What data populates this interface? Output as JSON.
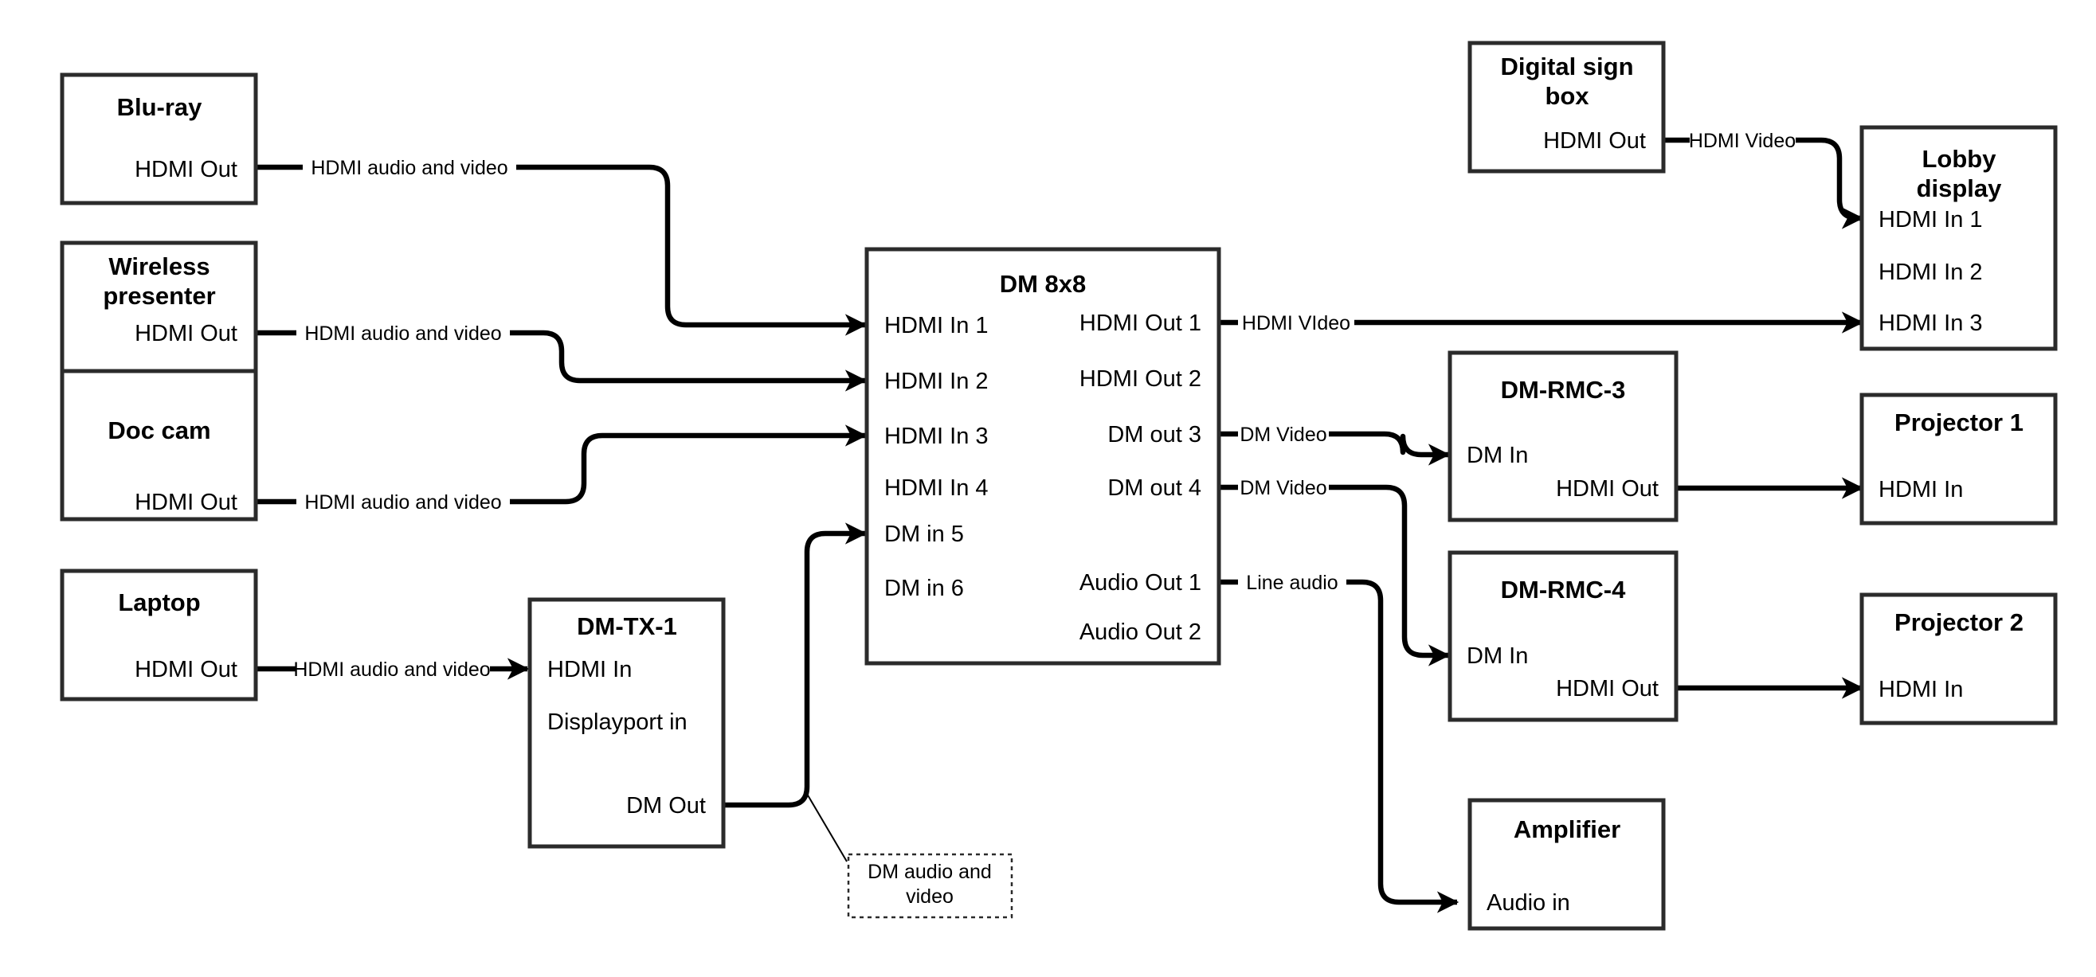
{
  "diagram": {
    "title": "AV Signal Flow Diagram",
    "type": "block-diagram",
    "background_color": "#ffffff",
    "line_color": "#000000",
    "box_border_color": "#2b2b2b"
  },
  "nodes": {
    "bluray": {
      "title": "Blu-ray",
      "port_out_1": "HDMI Out"
    },
    "wireless": {
      "title_line1": "Wireless",
      "title_line2": "presenter",
      "port_out_1": "HDMI Out"
    },
    "doccam": {
      "title": "Doc cam",
      "port_out_1": "HDMI Out"
    },
    "laptop": {
      "title": "Laptop",
      "port_out_1": "HDMI Out"
    },
    "dmtx1": {
      "title": "DM-TX-1",
      "port_in_1": "HDMI In",
      "port_in_2": "Displayport in",
      "port_out_1": "DM Out"
    },
    "dm8x8": {
      "title": "DM 8x8",
      "inputs": [
        "HDMI In 1",
        "HDMI In 2",
        "HDMI In 3",
        "HDMI In 4",
        "DM in 5",
        "DM in 6"
      ],
      "outputs": [
        "HDMI Out 1",
        "HDMI Out 2",
        "DM out 3",
        "DM out 4",
        "Audio Out 1",
        "Audio Out 2"
      ]
    },
    "digitalsign": {
      "title_line1": "Digital sign",
      "title_line2": "box",
      "port_out_1": "HDMI Out"
    },
    "lobby": {
      "title_line1": "Lobby",
      "title_line2": "display",
      "inputs": [
        "HDMI In 1",
        "HDMI In 2",
        "HDMI In 3"
      ]
    },
    "rmc3": {
      "title": "DM-RMC-3",
      "port_in_1": "DM In",
      "port_out_1": "HDMI Out"
    },
    "rmc4": {
      "title": "DM-RMC-4",
      "port_in_1": "DM In",
      "port_out_1": "HDMI Out"
    },
    "projector1": {
      "title": "Projector 1",
      "port_in_1": "HDMI In"
    },
    "projector2": {
      "title": "Projector 2",
      "port_in_1": "HDMI In"
    },
    "amplifier": {
      "title": "Amplifier",
      "port_in_1": "Audio in"
    }
  },
  "notes": {
    "dm_av": {
      "line1": "DM audio and",
      "line2": "video"
    }
  },
  "edges": {
    "bluray_to_dm": "HDMI audio and video",
    "wireless_to_dm": "HDMI audio and video",
    "doccam_to_dm": "HDMI audio and video",
    "laptop_to_tx": "HDMI audio and video",
    "sign_to_lobby": "HDMI Video",
    "dm_out1_to_lobby": "HDMI VIdeo",
    "dm_out3_to_rmc3": "DM Video",
    "dm_out4_to_rmc4": "DM Video",
    "dm_audio1_to_amp": "Line audio"
  }
}
